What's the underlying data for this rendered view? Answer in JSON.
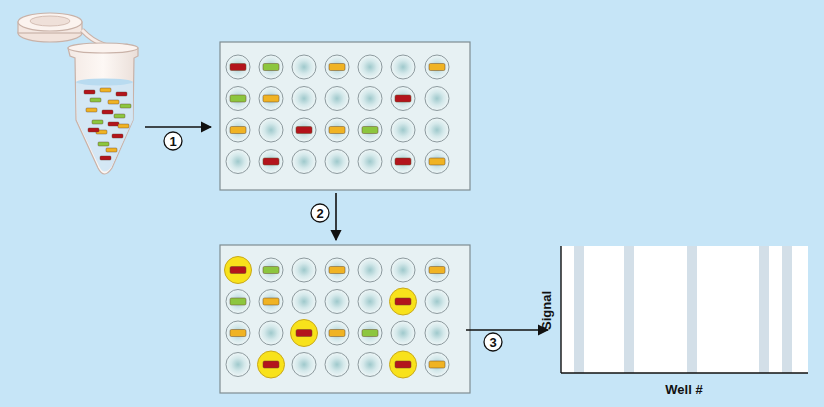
{
  "diagram": {
    "labels": [
      "1",
      "2",
      "3",
      "Signal",
      "Well #"
    ]
  }
}
